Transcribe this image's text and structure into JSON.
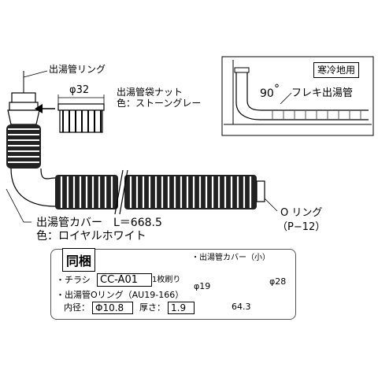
{
  "labels": {
    "hose_ring": "出湯管リング",
    "phi32": "φ32",
    "nut_label_1": "出湯管袋ナット",
    "nut_label_2": "色：ストーングレー",
    "cold_region": "寒冷地用",
    "angle": "90",
    "degree_mark": "°",
    "flexi": "フレキ出湯管",
    "cover_label_1": "出湯管カバー　L＝668.5",
    "cover_label_2": "色：ロイヤルホワイト",
    "oring_1": "O リング",
    "oring_2": "（P−12）"
  },
  "bundle": {
    "title": "同梱",
    "bullet1_prefix": "・チラシ",
    "bullet1_code": "CC-A01",
    "bullet1_suffix": "1枚刷り",
    "bullet2": "・出湯管Oリング（AU19-166）",
    "inner_label": "内径：",
    "inner_value": "Φ10.8",
    "thick_label": "厚さ：",
    "thick_value": "1.9"
  },
  "small_cover": {
    "title": "・出湯管カバー（小）",
    "phi19": "φ19",
    "phi28": "φ28",
    "length": "64.3"
  }
}
